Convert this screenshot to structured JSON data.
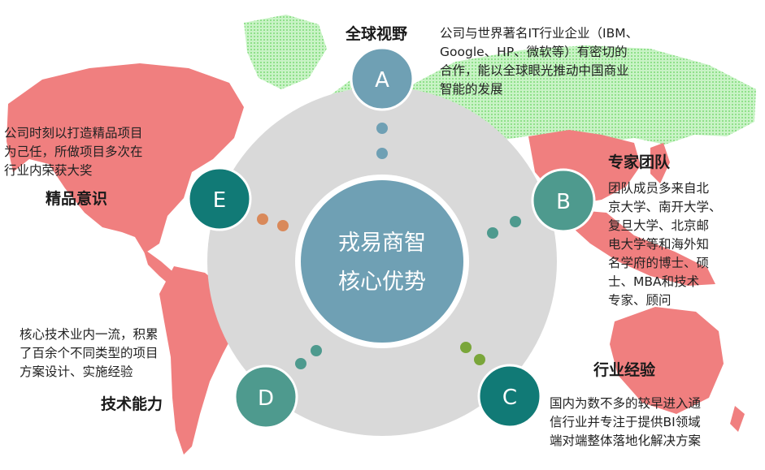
{
  "center": {
    "line1": "戎易商智",
    "line2": "核心优势"
  },
  "nodes": [
    {
      "letter": "A",
      "title": "全球视野",
      "description": "公司与世界著名IT行业企业（IBM、\nGoogle、HP、微软等）有密切的\n合作，能以全球眼光推动中国商业\n智能的发展",
      "color": "#6fa0b4"
    },
    {
      "letter": "B",
      "title": "专家团队",
      "description": "团队成员多来自北\n京大学、南开大学、\n复旦大学、北京邮\n电大学等和海外知\n名学府的博士、硕\n士、MBA和技术\n专家、顾问",
      "color": "#4e9a8e"
    },
    {
      "letter": "C",
      "title": "行业经验",
      "description": "国内为数不多的较早进入通\n信行业并专注于提供BI领域\n端对端整体落地化解决方案",
      "color": "#117a76"
    },
    {
      "letter": "D",
      "title": "技术能力",
      "description": "核心技术业内一流，积累\n了百余个不同类型的项目\n方案设计、实施经验",
      "color": "#4e9a8e"
    },
    {
      "letter": "E",
      "title": "精品意识",
      "description": "公司时刻以打造精品项目\n为己任，所做项目多次在\n行业内荣获大奖",
      "color": "#117a76"
    }
  ],
  "colors": {
    "ring": "#d9d9d9",
    "center_fill": "#6fa0b4",
    "map_red": "#f07f7f",
    "map_green": "#b3eeb0",
    "dot_blue": "#6fa0b4",
    "dot_teal": "#4e9a8e",
    "dot_green": "#7aa63a",
    "dot_orange": "#d9895a"
  }
}
